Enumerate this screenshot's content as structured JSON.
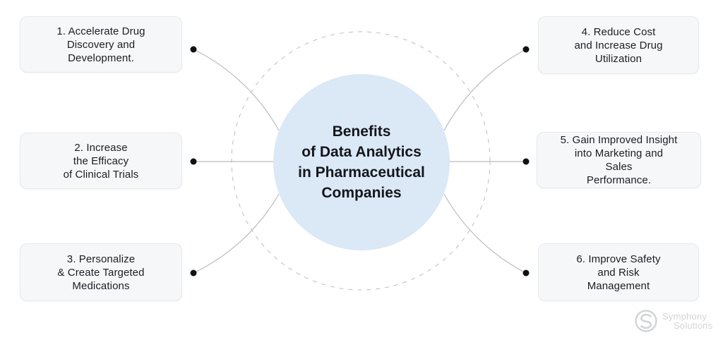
{
  "diagram": {
    "center": {
      "title": "Benefits\nof Data Analytics\nin Pharmaceutical\nCompanies"
    },
    "boxes": [
      {
        "label": "1. Accelerate Drug\nDiscovery and\nDevelopment."
      },
      {
        "label": "2. Increase\nthe Efficacy\nof Clinical Trials"
      },
      {
        "label": "3. Personalize\n& Create Targeted\nMedications"
      },
      {
        "label": "4. Reduce Cost\nand Increase Drug\nUtilization"
      },
      {
        "label": "5. Gain Improved Insight\ninto Marketing and\nSales\nPerformance."
      },
      {
        "label": "6. Improve Safety\nand Risk\nManagement"
      }
    ],
    "colors": {
      "background": "#ffffff",
      "center_circle_fill": "#dbe8f6",
      "box_fill": "#f6f7f9",
      "box_border": "#e7e9ec",
      "connector_line": "#b9bcc0",
      "dashed_circle": "#b9bdc2",
      "dot": "#111114",
      "text": "#1b1e24",
      "logo": "#d2d4d6"
    },
    "logo": {
      "line1": "Symphony",
      "line2": "Solutions"
    }
  }
}
